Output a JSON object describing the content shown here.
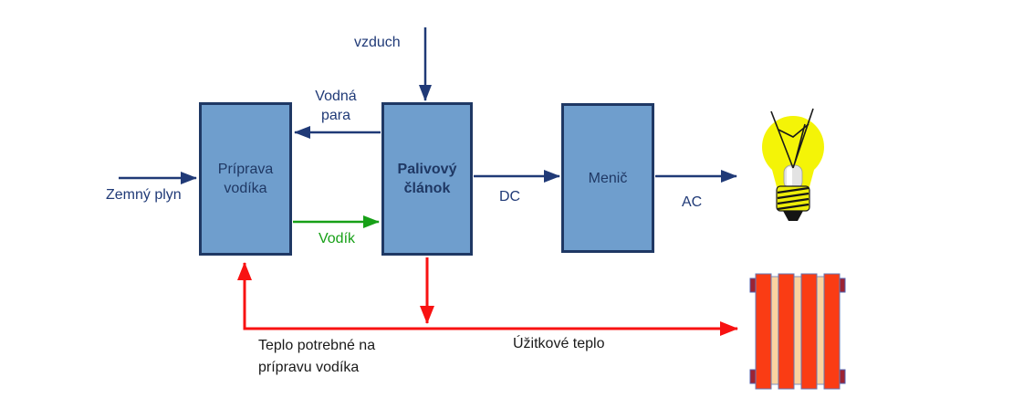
{
  "diagram": {
    "boxes": [
      {
        "id": "priprava",
        "label": "Príprava vodíka"
      },
      {
        "id": "palivovy",
        "label": "Palivový článok"
      },
      {
        "id": "menic",
        "label": "Menič"
      }
    ],
    "flows": {
      "vzduch": "vzduch",
      "vodna_para": "Vodná para",
      "zemny_plyn": "Zemný plyn",
      "vodik": "Vodík",
      "dc": "DC",
      "ac": "AC",
      "teplo_potrebne": "Teplo potrebné na prípravu vodíka",
      "uzitkove_teplo": "Úžitkové teplo"
    },
    "icons": [
      {
        "name": "light-bulb-icon",
        "meaning": "electric light / AC output"
      },
      {
        "name": "radiator-icon",
        "meaning": "useful heat output"
      }
    ],
    "colors": {
      "box_fill": "#6f9ecd",
      "box_border": "#1f3864",
      "navy_flow": "#203a77",
      "hydrogen_green": "#17a017",
      "heat_red": "#f81212",
      "radiator_bar": "#fa3c14",
      "radiator_gap": "#fbd3a0",
      "bulb_yellow": "#f4f407",
      "label_black": "#1a1a1a"
    }
  }
}
